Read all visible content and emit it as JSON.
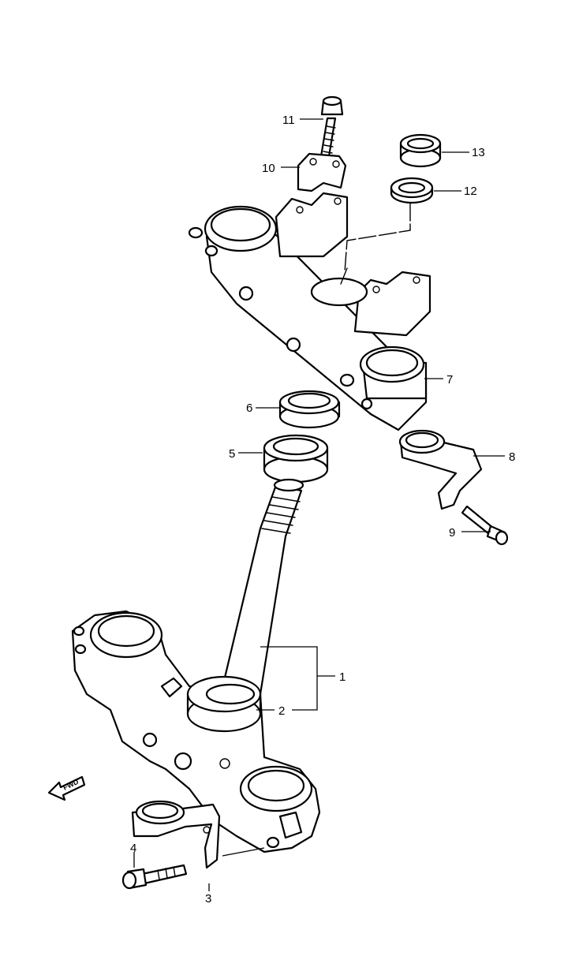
{
  "callouts": {
    "c1": "1",
    "c2": "2",
    "c3": "3",
    "c4": "4",
    "c5": "5",
    "c6": "6",
    "c7": "7",
    "c8": "8",
    "c9": "9",
    "c10": "10",
    "c11": "11",
    "c12": "12",
    "c13": "13"
  },
  "direction_badge": "FWD",
  "colors": {
    "line": "#000000",
    "background": "#ffffff"
  }
}
